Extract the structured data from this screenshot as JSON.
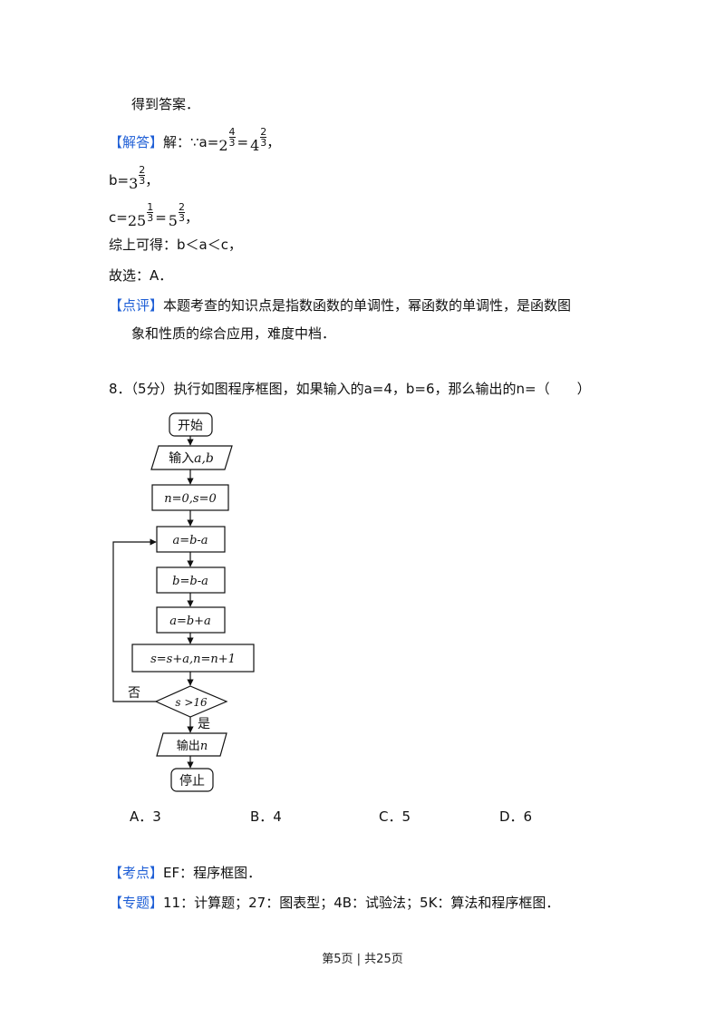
{
  "prev_answer": {
    "tail": "得到答案．",
    "solution_tag": "【解答】",
    "solution_lead": "解：∵a=",
    "a_base1": "2",
    "a_num1": "4",
    "a_den1": "3",
    "a_eq": "=",
    "a_base2": "4",
    "a_num2": "2",
    "a_den2": "3",
    "a_comma": "，",
    "b_lead": "b=",
    "b_base": "3",
    "b_num": "2",
    "b_den": "3",
    "b_comma": "，",
    "c_lead": "c=",
    "c_base1": "25",
    "c_num1": "1",
    "c_den1": "3",
    "c_eq": "=",
    "c_base2": "5",
    "c_num2": "2",
    "c_den2": "3",
    "c_comma": "，",
    "summary": "综上可得：b＜a＜c，",
    "choice": "故选：A．",
    "comment_tag": "【点评】",
    "comment_line1": "本题考查的知识点是指数函数的单调性，幂函数的单调性，是函数图",
    "comment_line2": "象和性质的综合应用，难度中档．"
  },
  "question": {
    "text": "8．（5分）执行如图程序框图，如果输入的a=4，b=6，那么输出的n=（　　）",
    "options": [
      "A．3",
      "B．4",
      "C．5",
      "D．6"
    ]
  },
  "flowchart": {
    "start": "开始",
    "input_prefix": "输入",
    "input_vars": "a,b",
    "init": "n=0,s=0",
    "step1": "a=b-a",
    "step2": "b=b-a",
    "step3": "a=b+a",
    "step4": "s=s+a,n=n+1",
    "condition": "s >16",
    "no_label": "否",
    "yes_label": "是",
    "output_prefix": "输出",
    "output_var": "n",
    "stop": "停止"
  },
  "analysis": {
    "kaodian_tag": "【考点】",
    "kaodian_text": "EF：程序框图．",
    "zhuanti_tag": "【专题】",
    "zhuanti_text": "11：计算题；27：图表型；4B：试验法；5K：算法和程序框图．"
  },
  "footer": "第5页 | 共25页"
}
